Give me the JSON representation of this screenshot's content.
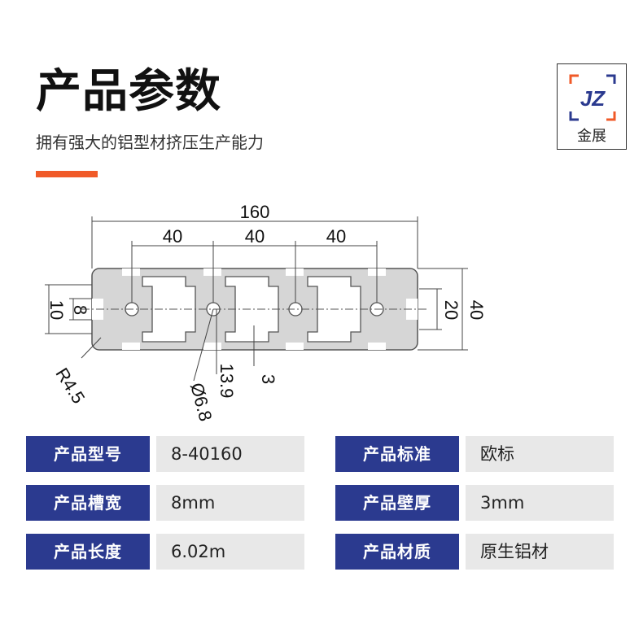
{
  "header": {
    "title": "产品参数",
    "subtitle": "拥有强大的铝型材挤压生产能力"
  },
  "logo": {
    "mark": "JZ",
    "name": "金展"
  },
  "drawing": {
    "dims": {
      "overall_width": "160",
      "pitch_1": "40",
      "pitch_2": "40",
      "pitch_3": "40",
      "slot_height": "20",
      "overall_height": "40",
      "opening_10": "10",
      "slot_width": "8",
      "radius": "R4.5",
      "hole_dia": "Ø6.8",
      "depth": "13.9",
      "wall": "3"
    }
  },
  "specs": {
    "left": [
      {
        "label": "产品型号",
        "value": "8-40160"
      },
      {
        "label": "产品槽宽",
        "value": "8mm"
      },
      {
        "label": "产品长度",
        "value": "6.02m"
      }
    ],
    "right": [
      {
        "label": "产品标准",
        "value": "欧标"
      },
      {
        "label": "产品壁厚",
        "value": "3mm"
      },
      {
        "label": "产品材质",
        "value": "原生铝材"
      }
    ]
  },
  "colors": {
    "accent": "#f05a28",
    "label_bg": "#2b3a8f",
    "value_bg": "#e8e8e8",
    "logo_blue": "#2b3a8f",
    "logo_orange": "#f05a28"
  }
}
